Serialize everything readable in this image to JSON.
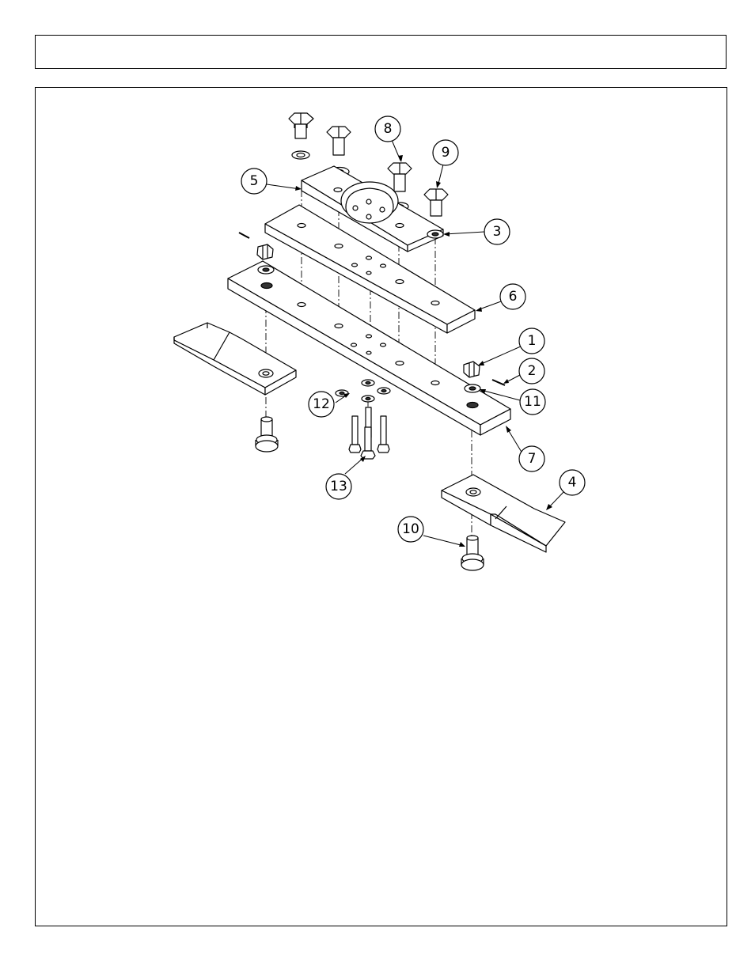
{
  "header": {
    "title": ""
  },
  "diagram": {
    "callouts": [
      {
        "id": "1",
        "label": "1"
      },
      {
        "id": "2",
        "label": "2"
      },
      {
        "id": "3",
        "label": "3"
      },
      {
        "id": "4",
        "label": "4"
      },
      {
        "id": "5",
        "label": "5"
      },
      {
        "id": "6",
        "label": "6"
      },
      {
        "id": "7",
        "label": "7"
      },
      {
        "id": "8",
        "label": "8"
      },
      {
        "id": "9",
        "label": "9"
      },
      {
        "id": "10",
        "label": "10"
      },
      {
        "id": "11",
        "label": "11"
      },
      {
        "id": "12",
        "label": "12"
      },
      {
        "id": "13",
        "label": "13"
      }
    ]
  }
}
